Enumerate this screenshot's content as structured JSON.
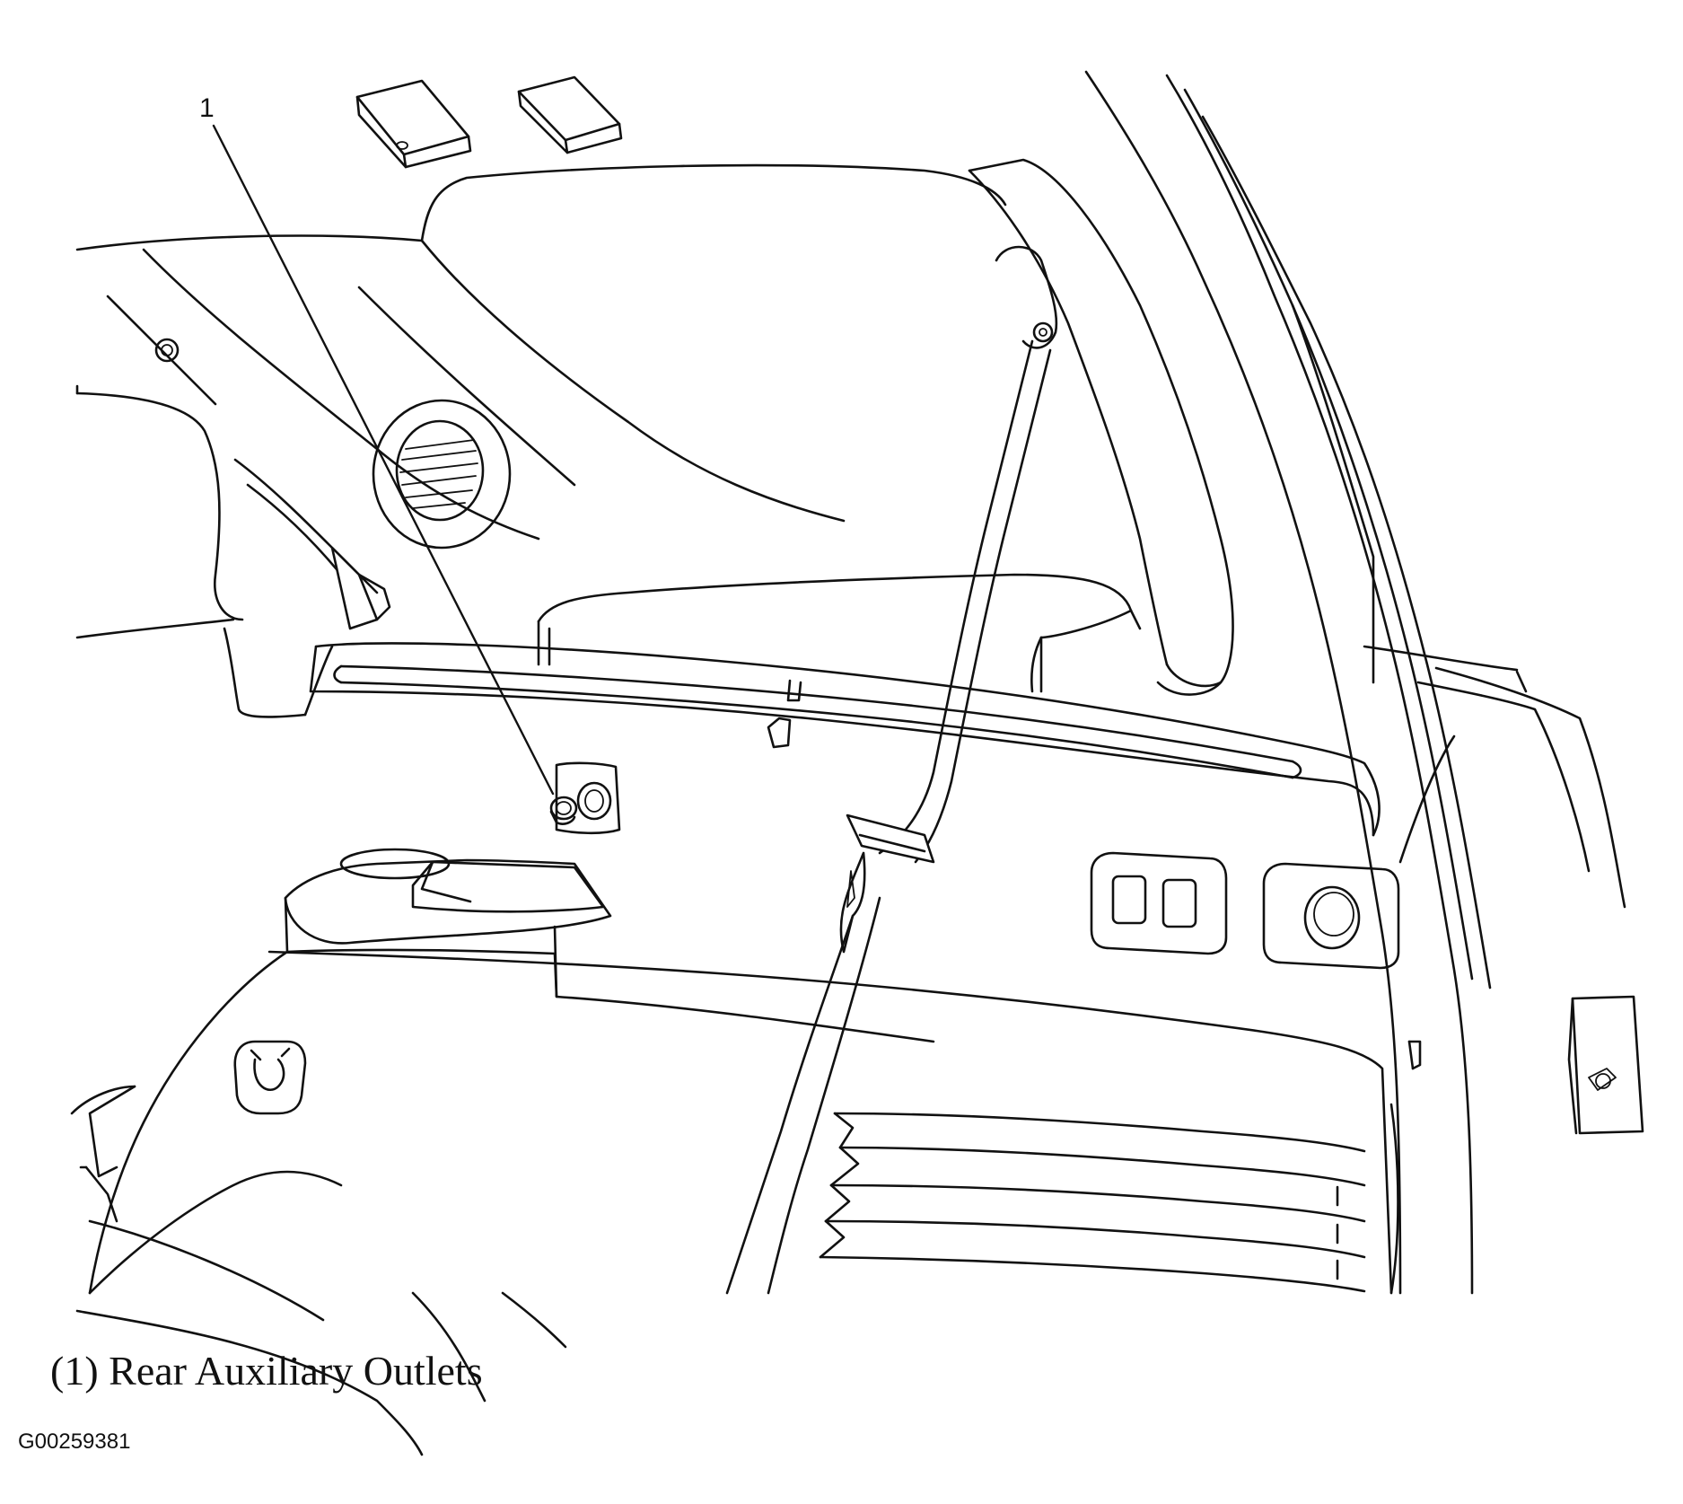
{
  "diagram": {
    "callout": "1",
    "caption": "(1) Rear Auxiliary Outlets",
    "figure_id": "G00259381"
  }
}
